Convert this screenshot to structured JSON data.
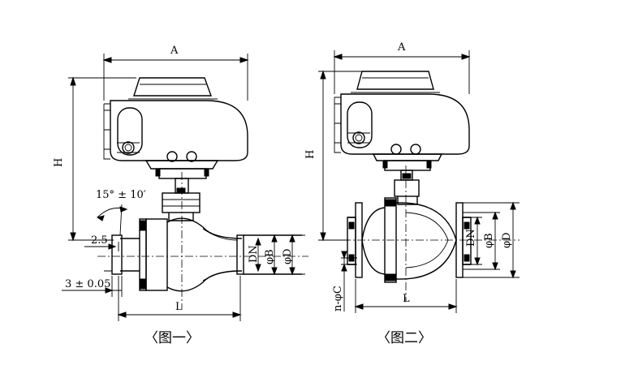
{
  "figures": [
    {
      "caption": "〈图一〉",
      "labels": {
        "A": "A",
        "H": "H",
        "L": "L",
        "DN": "DN",
        "phiB": "φB",
        "phiD": "φD",
        "angle": "15° ± 10′",
        "gap": "2.5",
        "thickness": "3 ± 0.05"
      }
    },
    {
      "caption": "〈图二〉",
      "labels": {
        "A": "A",
        "H": "H",
        "L": "L",
        "DN": "DN",
        "phiB": "φB",
        "phiD": "φD",
        "holes": "n-φC"
      }
    }
  ],
  "colors": {
    "line": "#000000",
    "background": "#ffffff"
  }
}
